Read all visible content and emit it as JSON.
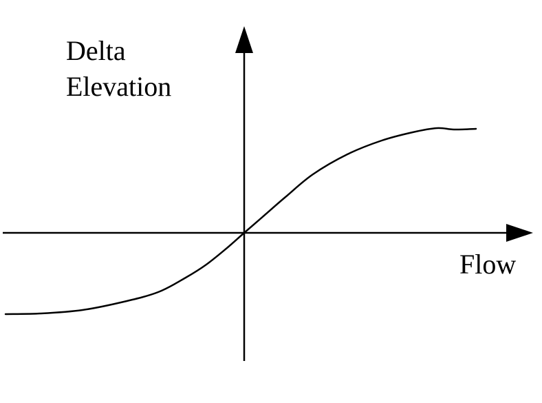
{
  "chart_data": {
    "type": "line",
    "title": "",
    "xlabel": "Flow",
    "ylabel": "Delta Elevation",
    "ylabel_lines": [
      "Delta",
      "Elevation"
    ],
    "axes": {
      "style": "centered-cross",
      "ticks": false,
      "grid": false,
      "tick_labels": [],
      "arrows": [
        "x-positive",
        "y-positive"
      ],
      "x_range": [
        -3.6,
        4.3
      ],
      "y_range": [
        -2.0,
        3.1
      ]
    },
    "legend": null,
    "colors": {
      "stroke": "#000000",
      "background": "#ffffff"
    },
    "series": [
      {
        "name": "delta-elevation-vs-flow",
        "shape": "sigmoid-through-origin",
        "points": [
          [
            -3.47,
            -1.18
          ],
          [
            -2.95,
            -1.17
          ],
          [
            -2.35,
            -1.12
          ],
          [
            -1.75,
            -1.0
          ],
          [
            -1.25,
            -0.86
          ],
          [
            -0.85,
            -0.65
          ],
          [
            -0.55,
            -0.46
          ],
          [
            -0.25,
            -0.22
          ],
          [
            0.0,
            0.0
          ],
          [
            0.3,
            0.26
          ],
          [
            0.6,
            0.52
          ],
          [
            1.0,
            0.85
          ],
          [
            1.5,
            1.14
          ],
          [
            2.0,
            1.34
          ],
          [
            2.45,
            1.46
          ],
          [
            2.8,
            1.52
          ],
          [
            3.05,
            1.5
          ],
          [
            3.37,
            1.51
          ]
        ]
      }
    ]
  }
}
